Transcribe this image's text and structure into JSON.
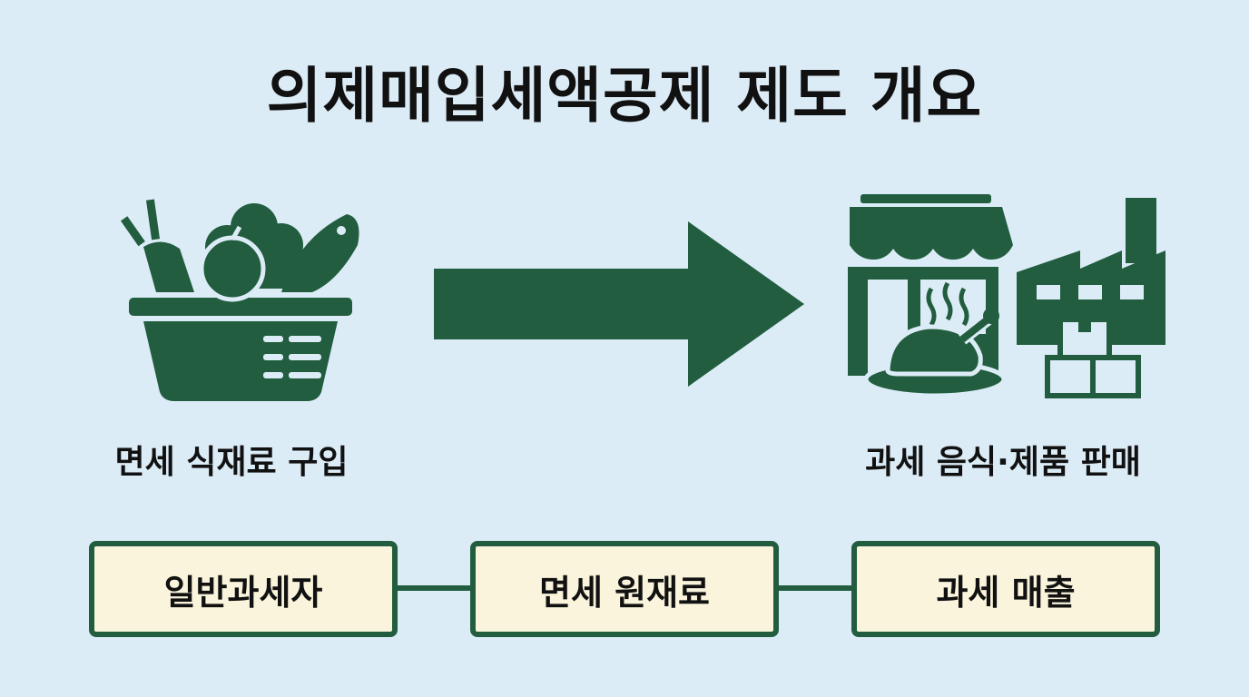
{
  "title": "의제매입세액공제 제도 개요",
  "left": {
    "label": "면세 식재료 구입",
    "icon": "vegetable-basket-icon"
  },
  "arrow": {
    "icon": "right-arrow-icon"
  },
  "right": {
    "label": "과세 음식·제품 판매",
    "icons": [
      "restaurant-store-icon",
      "factory-icon"
    ]
  },
  "flow": [
    "일반과세자",
    "면세 원재료",
    "과세 매출"
  ],
  "colors": {
    "accent": "#215d3e",
    "background": "#dcecf7",
    "box_fill": "#faf4dc"
  }
}
